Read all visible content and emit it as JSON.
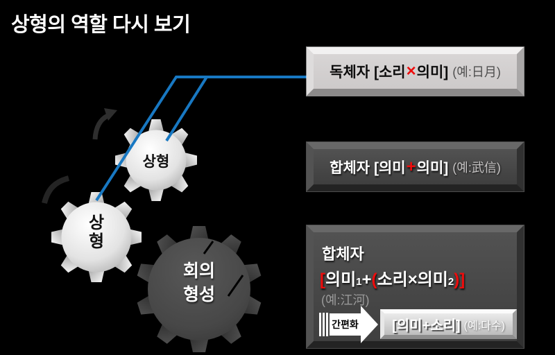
{
  "title": "상형의 역할 다시 보기",
  "gears": {
    "gear1_label": "상형",
    "gear2_line1": "상",
    "gear2_line2": "형",
    "gear3_line1": "회의",
    "gear3_line2": "형성"
  },
  "boxes": {
    "box1": {
      "name_part": "독체자 [소리",
      "operator": "×",
      "tail_part": "의미]",
      "example": "(예:日月)"
    },
    "box2": {
      "name_part": "합체자 [의미",
      "operator": "+",
      "tail_part": "의미]",
      "example": "(예:武信)"
    },
    "box3": {
      "heading": "합체자",
      "formula": {
        "bracket_open": "[",
        "term1": "의미",
        "sub1": "1",
        "plus": "+",
        "paren_open": "(",
        "term2": "소리×의미",
        "sub2": "2",
        "paren_close": ")",
        "bracket_close": "]"
      },
      "example": "(예:江河)",
      "arrow_label": "간편화",
      "result_label": "[의미+소리]",
      "result_example": "(예:다수)"
    }
  },
  "colors": {
    "accent_red": "#ee0c0c",
    "connector_blue": "#1878c2"
  }
}
